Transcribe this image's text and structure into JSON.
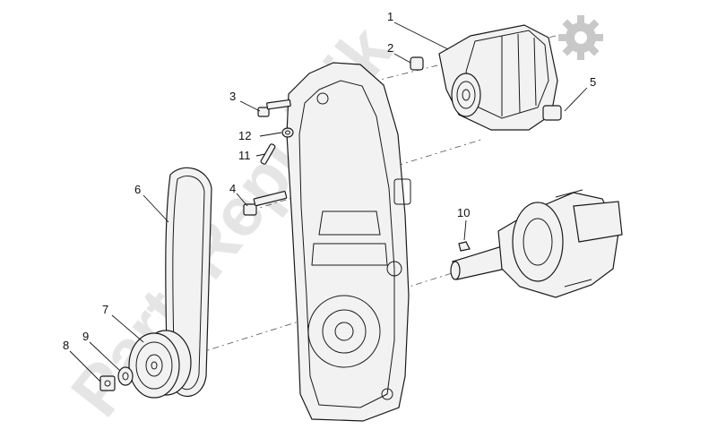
{
  "watermark": {
    "text": "PartsRepublik"
  },
  "icons": {
    "settings": "gear-icon"
  },
  "callouts": [
    {
      "label": "1"
    },
    {
      "label": "2"
    },
    {
      "label": "3"
    },
    {
      "label": "4"
    },
    {
      "label": "5"
    },
    {
      "label": "6"
    },
    {
      "label": "7"
    },
    {
      "label": "8"
    },
    {
      "label": "9"
    },
    {
      "label": "10"
    },
    {
      "label": "11"
    },
    {
      "label": "12"
    }
  ]
}
